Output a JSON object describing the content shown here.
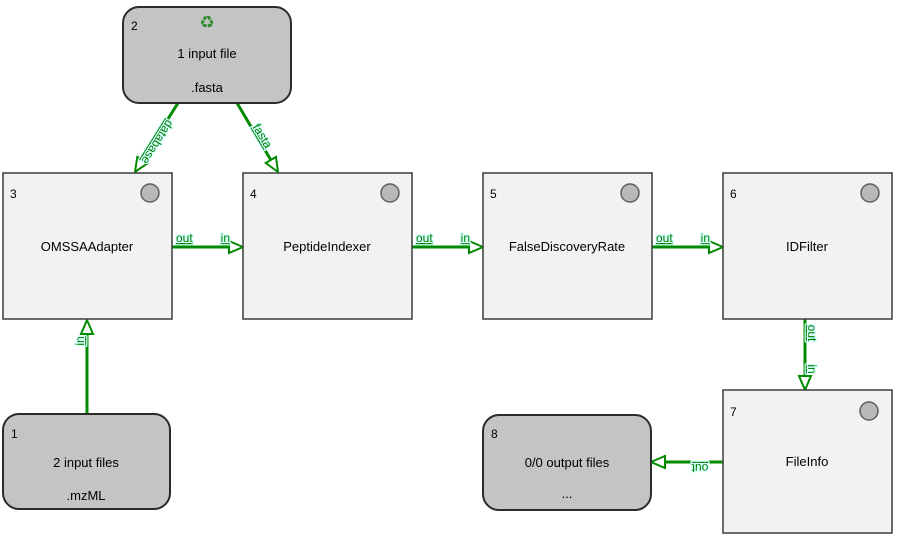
{
  "nodes": {
    "n1": {
      "number": "1",
      "title": "2 input files",
      "subtitle": ".mzML"
    },
    "n2": {
      "number": "2",
      "title": "1 input file",
      "subtitle": ".fasta"
    },
    "n3": {
      "number": "3",
      "title": "OMSSAAdapter"
    },
    "n4": {
      "number": "4",
      "title": "PeptideIndexer"
    },
    "n5": {
      "number": "5",
      "title": "FalseDiscoveryRate"
    },
    "n6": {
      "number": "6",
      "title": "IDFilter"
    },
    "n7": {
      "number": "7",
      "title": "FileInfo"
    },
    "n8": {
      "number": "8",
      "title": "0/0 output files",
      "subtitle": "..."
    }
  },
  "edges": {
    "e2_3": {
      "label": "database"
    },
    "e2_4": {
      "label": "fasta"
    },
    "e3_4": {
      "source_port": "out",
      "target_port": "in"
    },
    "e4_5": {
      "source_port": "out",
      "target_port": "in"
    },
    "e5_6": {
      "source_port": "out",
      "target_port": "in"
    },
    "e6_7": {
      "source_port": "out",
      "target_port": "in"
    },
    "e1_3": {
      "target_port": "in"
    },
    "e7_8": {
      "source_port": "out"
    }
  },
  "icons": {
    "recycle": "♻"
  },
  "colors": {
    "edge": "#008a00",
    "edge_label": "#007d00",
    "edge_label_halo": "#d6ffff",
    "tool_node_fill": "#f2f2f2",
    "tool_node_border": "#3c3c3c",
    "io_node_fill": "#c4c4c4",
    "io_node_border": "#2b2b2b",
    "status_circle_fill": "#b9b9b9",
    "status_circle_border": "#5f5f5f",
    "recycle_icon": "#2e8b2e",
    "canvas_bg": "#ffffff"
  }
}
